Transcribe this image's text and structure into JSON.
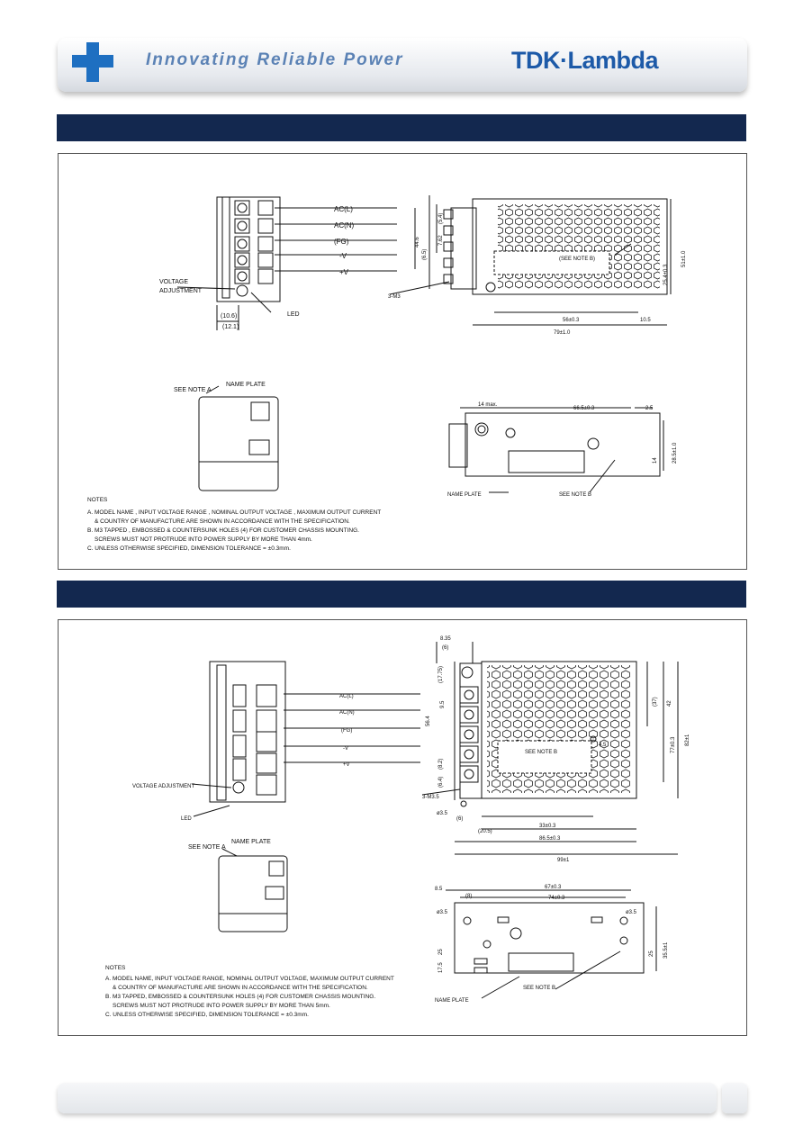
{
  "header": {
    "tagline": "Innovating Reliable Power",
    "logo": "TDK·Lambda"
  },
  "fig1": {
    "terminals": [
      "AC(L)",
      "AC(N)",
      "(FG)",
      "-V",
      "+V"
    ],
    "voltage_adjustment": [
      "VOLTAGE",
      "ADJUSTMENT"
    ],
    "led": "LED",
    "dims_left": [
      "(10.6)",
      "(12.1)"
    ],
    "dims_side": [
      "44.6",
      "(5.4)",
      "7.62",
      "(6.5)",
      "51±1.0",
      "25.4±0.3",
      "56±0.3",
      "10.5",
      "79±1.0",
      "(SEE NOTE B)",
      "3-M3"
    ],
    "see_note_a": "SEE NOTE A",
    "name_plate": "NAME PLATE",
    "dims_bottom": [
      "14 max.",
      "66.5±0.3",
      "2.5",
      "28.5±1.0",
      "14"
    ],
    "name_plate_label": "NAME PLATE",
    "see_note_b": "SEE NOTE B",
    "notes": [
      "NOTES",
      "A. MODEL NAME , INPUT VOLTAGE RANGE , NOMINAL OUTPUT VOLTAGE , MAXIMUM OUTPUT CURRENT",
      "& COUNTRY OF MANUFACTURE ARE SHOWN IN ACCORDANCE WITH THE SPECIFICATION.",
      "B. M3 TAPPED , EMBOSSED & COUNTERSUNK HOLES (4) FOR CUSTOMER CHASSIS MOUNTING.",
      "SCREWS MUST NOT PROTRUDE INTO POWER SUPPLY BY MORE THAN 4mm.",
      "C. UNLESS OTHERWISE SPECIFIED, DIMENSION TOLERANCE = ±0.3mm."
    ]
  },
  "fig2": {
    "terminals": [
      "AC(L)",
      "AC(N)",
      "(FG)",
      "-V",
      "+V"
    ],
    "voltage_adjustment": "VOLTAGE ADJUSTMENT",
    "led": "LED",
    "dims_top": [
      "8.35",
      "(6)"
    ],
    "dims_side": [
      "(17.75)",
      "9.5",
      "56.4",
      "(8.2)",
      "(6.4)",
      "(37)",
      "42",
      "77±0.3",
      "82±1",
      "4.5",
      "3-M3.5",
      "SEE NOTE B",
      "33±0.3",
      "(20.5)",
      "86.5±0.3",
      "99±1",
      "(6)",
      "ø3.5"
    ],
    "see_note_a": "SEE NOTE A",
    "name_plate": "NAME PLATE",
    "dims_bottom": [
      "8.5",
      "(8)",
      "67±0.3",
      "74±0.3",
      "ø3.5",
      "ø3.5",
      "25",
      "17.5",
      "25",
      "35.5±1"
    ],
    "name_plate_label": "NAME PLATE",
    "see_note_b": "SEE NOTE B",
    "notes": [
      "NOTES",
      "A. MODEL NAME, INPUT VOLTAGE RANGE, NOMINAL OUTPUT VOLTAGE, MAXIMUM OUTPUT CURRENT",
      "& COUNTRY OF MANUFACTURE ARE SHOWN IN ACCORDANCE WITH THE SPECIFICATION.",
      "B. M3 TAPPED, EMBOSSED & COUNTERSUNK HOLES (4) FOR CUSTOMER CHASSIS MOUNTING.",
      "SCREWS MUST NOT PROTRUDE INTO POWER SUPPLY BY MORE THAN 5mm.",
      "C. UNLESS OTHERWISE SPECIFIED, DIMENSION TOLERANCE = ±0.3mm."
    ]
  }
}
